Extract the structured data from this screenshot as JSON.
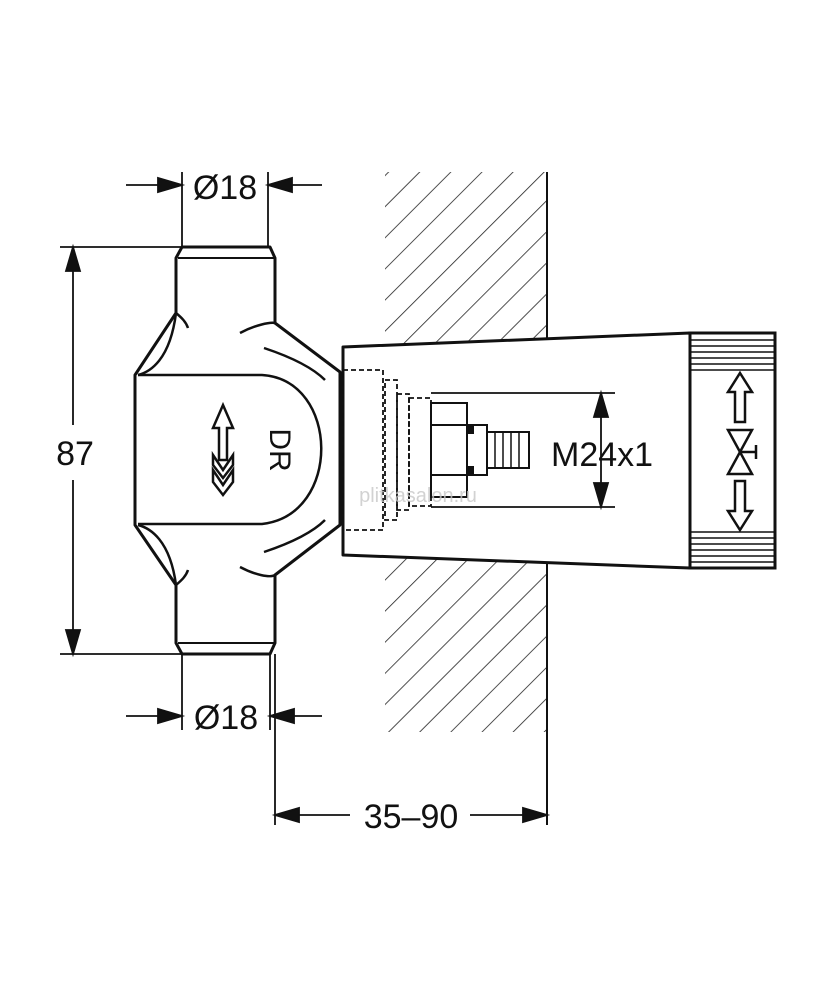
{
  "dimensions": {
    "top_diameter": "Ø18",
    "bottom_diameter": "Ø18",
    "height": "87",
    "wall_depth": "35–90",
    "thread": "M24x1"
  },
  "body_label": "DR",
  "watermark": "plitkasalon.ru",
  "colors": {
    "line": "#111111",
    "fill": "#ffffff",
    "hatch": "#222222",
    "watermark": "#c8c8c8"
  }
}
